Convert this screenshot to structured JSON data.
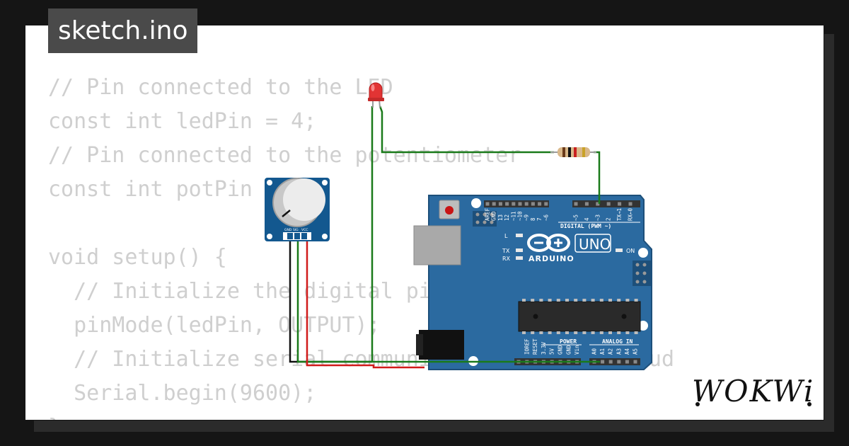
{
  "title_tab": {
    "filename": "sketch.ino"
  },
  "code": {
    "lines": [
      "// Pin connected to the LED",
      "const int ledPin = 4;",
      "// Pin connected to the potentiometer",
      "const int potPin = 0;",
      "",
      "void setup() {",
      "  // Initialize the digital pin as an output.",
      "  pinMode(ledPin, OUTPUT);",
      "  // Initialize serial communication at 9600 baud",
      "  Serial.begin(9600);",
      "}"
    ]
  },
  "board": {
    "brand": "ARDUINO",
    "model": "UNO",
    "on_label": "ON",
    "led_labels": [
      "L",
      "TX",
      "RX"
    ],
    "digital_header_label": "DIGITAL (PWM ~)",
    "power_header_label": "POWER",
    "analog_header_label": "ANALOG IN",
    "digital_pins": [
      "AREF",
      "GND",
      "13",
      "12",
      "~11",
      "~10",
      "~9",
      "8",
      "7",
      "~6",
      "~5",
      "4",
      "~3",
      "2",
      "TX→1",
      "RX←0"
    ],
    "power_pins": [
      "IOREF",
      "RESET",
      "3.3V",
      "5V",
      "GND",
      "GND",
      "Vin"
    ],
    "analog_pins": [
      "A0",
      "A1",
      "A2",
      "A3",
      "A4",
      "A5"
    ]
  },
  "potentiometer": {
    "pin_labels": [
      "GND",
      "SIG",
      "VCC"
    ]
  },
  "wires": {
    "colors": [
      "#1a7a1a",
      "#d11a1a",
      "#111111"
    ]
  },
  "logo": {
    "text": "WOKWi"
  }
}
